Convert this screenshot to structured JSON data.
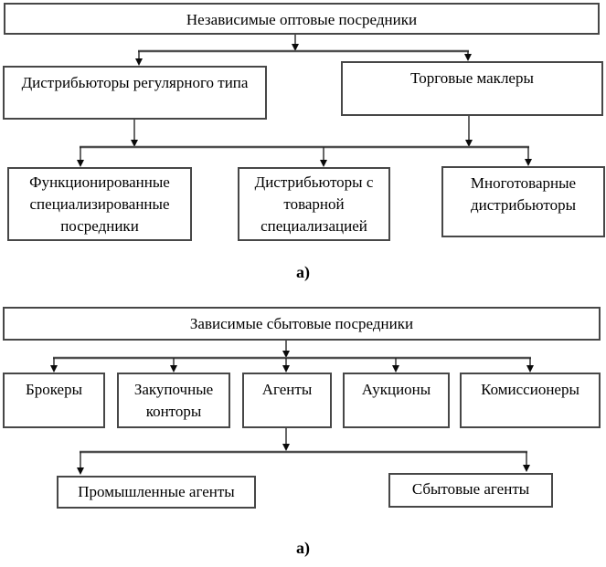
{
  "colors": {
    "background": "#ffffff",
    "box_border": "#474747",
    "connector_rail": "#4f4f4f",
    "connector_drop": "#262626",
    "arrowhead": "#0a0a0a",
    "text": "#000000"
  },
  "diagrams": [
    {
      "caption": "а)",
      "root": {
        "label": "Независимые оптовые посредники"
      },
      "level2": [
        {
          "label": "Дистрибьюторы регулярного типа"
        },
        {
          "label": "Торговые маклеры"
        }
      ],
      "level3": [
        {
          "label": "Функционированные специализированные посредники"
        },
        {
          "label": "Дистрибьюторы с товарной специализацией"
        },
        {
          "label": "Многотоварные дистрибьюторы"
        }
      ]
    },
    {
      "caption": "а)",
      "root": {
        "label": "Зависимые сбытовые посредники"
      },
      "level2": [
        {
          "label": "Брокеры"
        },
        {
          "label": "Закупочные конторы"
        },
        {
          "label": "Агенты"
        },
        {
          "label": "Аукционы"
        },
        {
          "label": "Комиссионеры"
        }
      ],
      "level3": [
        {
          "label": "Промышленные агенты"
        },
        {
          "label": "Сбытовые агенты"
        }
      ]
    }
  ]
}
